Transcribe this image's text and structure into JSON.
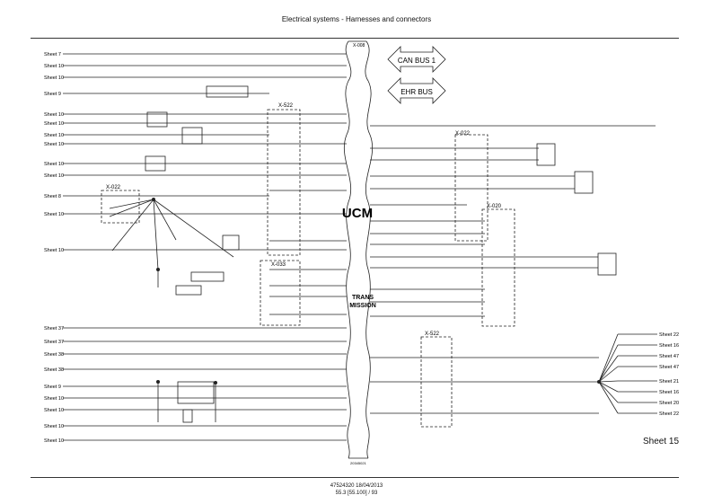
{
  "header": {
    "title": "Electrical systems - Harnesses and connectors"
  },
  "footer": {
    "line1": "47524320 18/04/2013",
    "line2": "55.3 [55.100] / 93",
    "drawing_no": "20345021"
  },
  "sheet": {
    "label": "Sheet 15"
  },
  "ucm": {
    "label": "UCM",
    "trans_label": "TRANS",
    "mission_label": "MISSION"
  },
  "bus": {
    "can": "CAN BUS 1",
    "ehr": "EHR BUS"
  },
  "connectors": {
    "x522_top": "X-522",
    "x033": "X-033",
    "x022": "X-022",
    "x022r": "X-022",
    "x020": "X-020",
    "x522_bottom": "X-522",
    "x008": "X-008"
  },
  "left_sheets": [
    "Sheet 7",
    "Sheet 10",
    "Sheet 10",
    "Sheet 9",
    "Sheet 10",
    "Sheet 10",
    "Sheet 10",
    "Sheet 10",
    "Sheet 10",
    "Sheet 10",
    "Sheet 8",
    "Sheet 10",
    "Sheet 10",
    "Sheet 37",
    "Sheet 37",
    "Sheet 38",
    "Sheet 38",
    "Sheet 9",
    "Sheet 10",
    "Sheet 10",
    "Sheet 10",
    "Sheet 10"
  ],
  "right_sheets": [
    "Sheet 22",
    "Sheet 16",
    "Sheet 47",
    "Sheet 47",
    "Sheet 21",
    "Sheet 16",
    "Sheet 20",
    "Sheet 22"
  ]
}
